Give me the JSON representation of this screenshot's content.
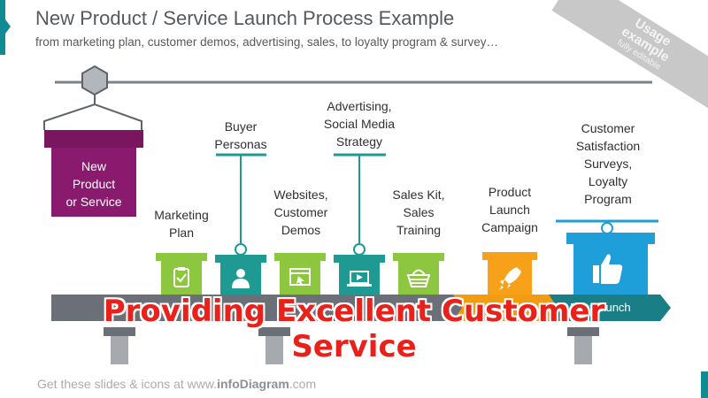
{
  "header": {
    "title": "New Product / Service Launch Process Example",
    "subtitle": "from marketing plan, customer demos, advertising, sales, to loyalty program & survey…"
  },
  "badge": {
    "line1": "Usage",
    "line2": "example",
    "line3": "fully editable"
  },
  "start_box": {
    "line1": "New",
    "line2": "Product",
    "line3": "or Service"
  },
  "steps": [
    {
      "line1": "Marketing",
      "line2": "Plan",
      "line3": "",
      "line4": "",
      "icon": "clipboard-icon",
      "color": "#8dc63f"
    },
    {
      "line1": "Buyer",
      "line2": "Personas",
      "line3": "",
      "line4": "",
      "icon": "person-icon",
      "color": "#1f9a93"
    },
    {
      "line1": "Websites,",
      "line2": "Customer",
      "line3": "Demos",
      "line4": "",
      "icon": "browser-icon",
      "color": "#8dc63f"
    },
    {
      "line1": "Advertising,",
      "line2": "Social Media",
      "line3": "Strategy",
      "line4": "",
      "icon": "laptop-icon",
      "color": "#1f9a93"
    },
    {
      "line1": "Sales Kit,",
      "line2": "Sales",
      "line3": "Training",
      "line4": "",
      "icon": "basket-icon",
      "color": "#8dc63f"
    },
    {
      "line1": "Product",
      "line2": "Launch",
      "line3": "Campaign",
      "line4": "",
      "icon": "rocket-icon",
      "color": "#f7a11a"
    },
    {
      "line1": "Customer",
      "line2": "Satisfaction",
      "line3": "Surveys,",
      "line4": "Loyalty",
      "line5": "Program",
      "icon": "thumbs-up-icon",
      "color": "#1e9fd9"
    }
  ],
  "conveyor": {
    "stage_pre": "Pr",
    "stage_post": "Post-launch"
  },
  "overlay": {
    "line1": "Providing Excellent Customer",
    "line2": "Service"
  },
  "footer": {
    "prefix": "Get these slides & icons at www.",
    "brand": "infoDiagram",
    "suffix": ".com"
  },
  "colors": {
    "purple": "#8a1a6e",
    "teal": "#1f9a93",
    "green": "#8dc63f",
    "orange": "#f7a11a",
    "blue": "#1e9fd9",
    "gray": "#6b7078"
  }
}
